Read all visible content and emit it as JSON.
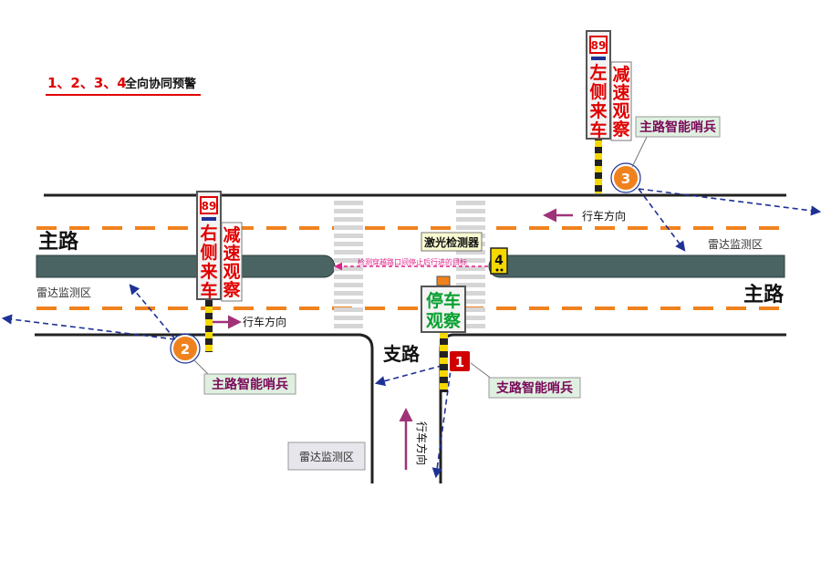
{
  "legend": {
    "numbers": "1、2、3、4",
    "text": "全向协同预警"
  },
  "roads": {
    "main_left": "主路",
    "main_right": "主路",
    "branch": "支路"
  },
  "directions": {
    "top": "行车方向",
    "bottom_left": "行车方向",
    "branch": "行车方向"
  },
  "radar": {
    "top_right": "雷达监测区",
    "left": "雷达监测区",
    "bottom": "雷达监测区"
  },
  "sentinels": {
    "main_right": "主路智能哨兵",
    "main_left": "主路智能哨兵",
    "branch": "支路智能哨兵"
  },
  "signs": {
    "speed": "89",
    "left_incoming": [
      "左",
      "侧",
      "来",
      "车"
    ],
    "slow_observe": [
      "减",
      "速",
      "观",
      "察"
    ],
    "right_incoming": [
      "右",
      "侧",
      "来",
      "车"
    ],
    "stop_observe": [
      "停车",
      "观察"
    ]
  },
  "laser": {
    "label": "激光检测器",
    "beam_text": "检测穿越路口间停止后行进的目标"
  },
  "badges": [
    "1",
    "2",
    "3",
    "4"
  ],
  "colors": {
    "road_line": "#222222",
    "median": "#4a6464",
    "dashed": "#f0821e",
    "arrow_blue": "#1e3296",
    "arrow_purple": "#a03278",
    "sign_red": "#e00000",
    "sign_green": "#08a030",
    "badge_orange": "#f0821e",
    "badge_red": "#d00000",
    "callout_bg": "#dff0e0"
  }
}
